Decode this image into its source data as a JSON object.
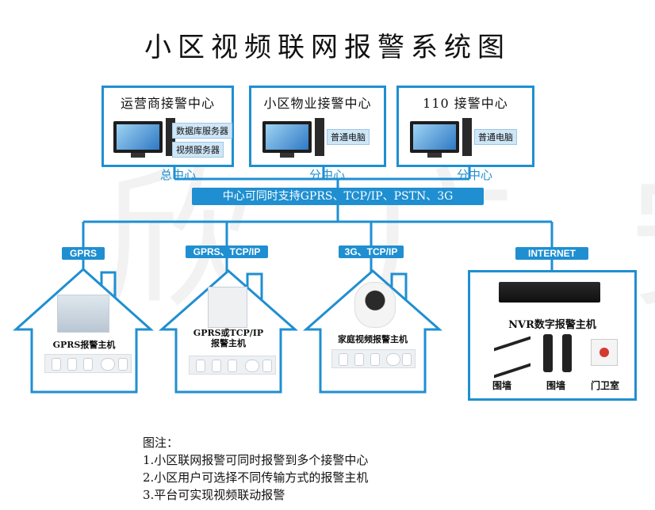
{
  "title": "小区视频联网报警系统图",
  "bus_label": "中心可同时支持GPRS、TCP/IP、PSTN、3G",
  "centers": [
    {
      "title": "运营商接警中心",
      "tags": [
        "数据库服务器",
        "视频服务器"
      ],
      "sub": "总中心"
    },
    {
      "title": "小区物业接警中心",
      "tags": [
        "普通电脑"
      ],
      "sub": "分中心"
    },
    {
      "title": "110 接警中心",
      "tags": [
        "普通电脑"
      ],
      "sub": "分中心"
    }
  ],
  "channels": [
    "GPRS",
    "GPRS、TCP/IP",
    "3G、TCP/IP",
    "INTERNET"
  ],
  "houses": [
    {
      "label": "GPRS报警主机"
    },
    {
      "label": "GPRS或TCP/IP\n报警主机"
    },
    {
      "label": "家庭视频报警主机"
    }
  ],
  "nvr": {
    "title": "NVR数字报警主机",
    "devices": [
      "围墙",
      "围墙",
      "门卫室"
    ]
  },
  "legend": {
    "heading": "图注：",
    "items": [
      "1.小区联网报警可同时报警到多个接警中心",
      "2.小区用户可选择不同传输方式的报警主机",
      "3.平台可实现视频联动报警"
    ]
  },
  "colors": {
    "accent": "#1f8fd1"
  }
}
